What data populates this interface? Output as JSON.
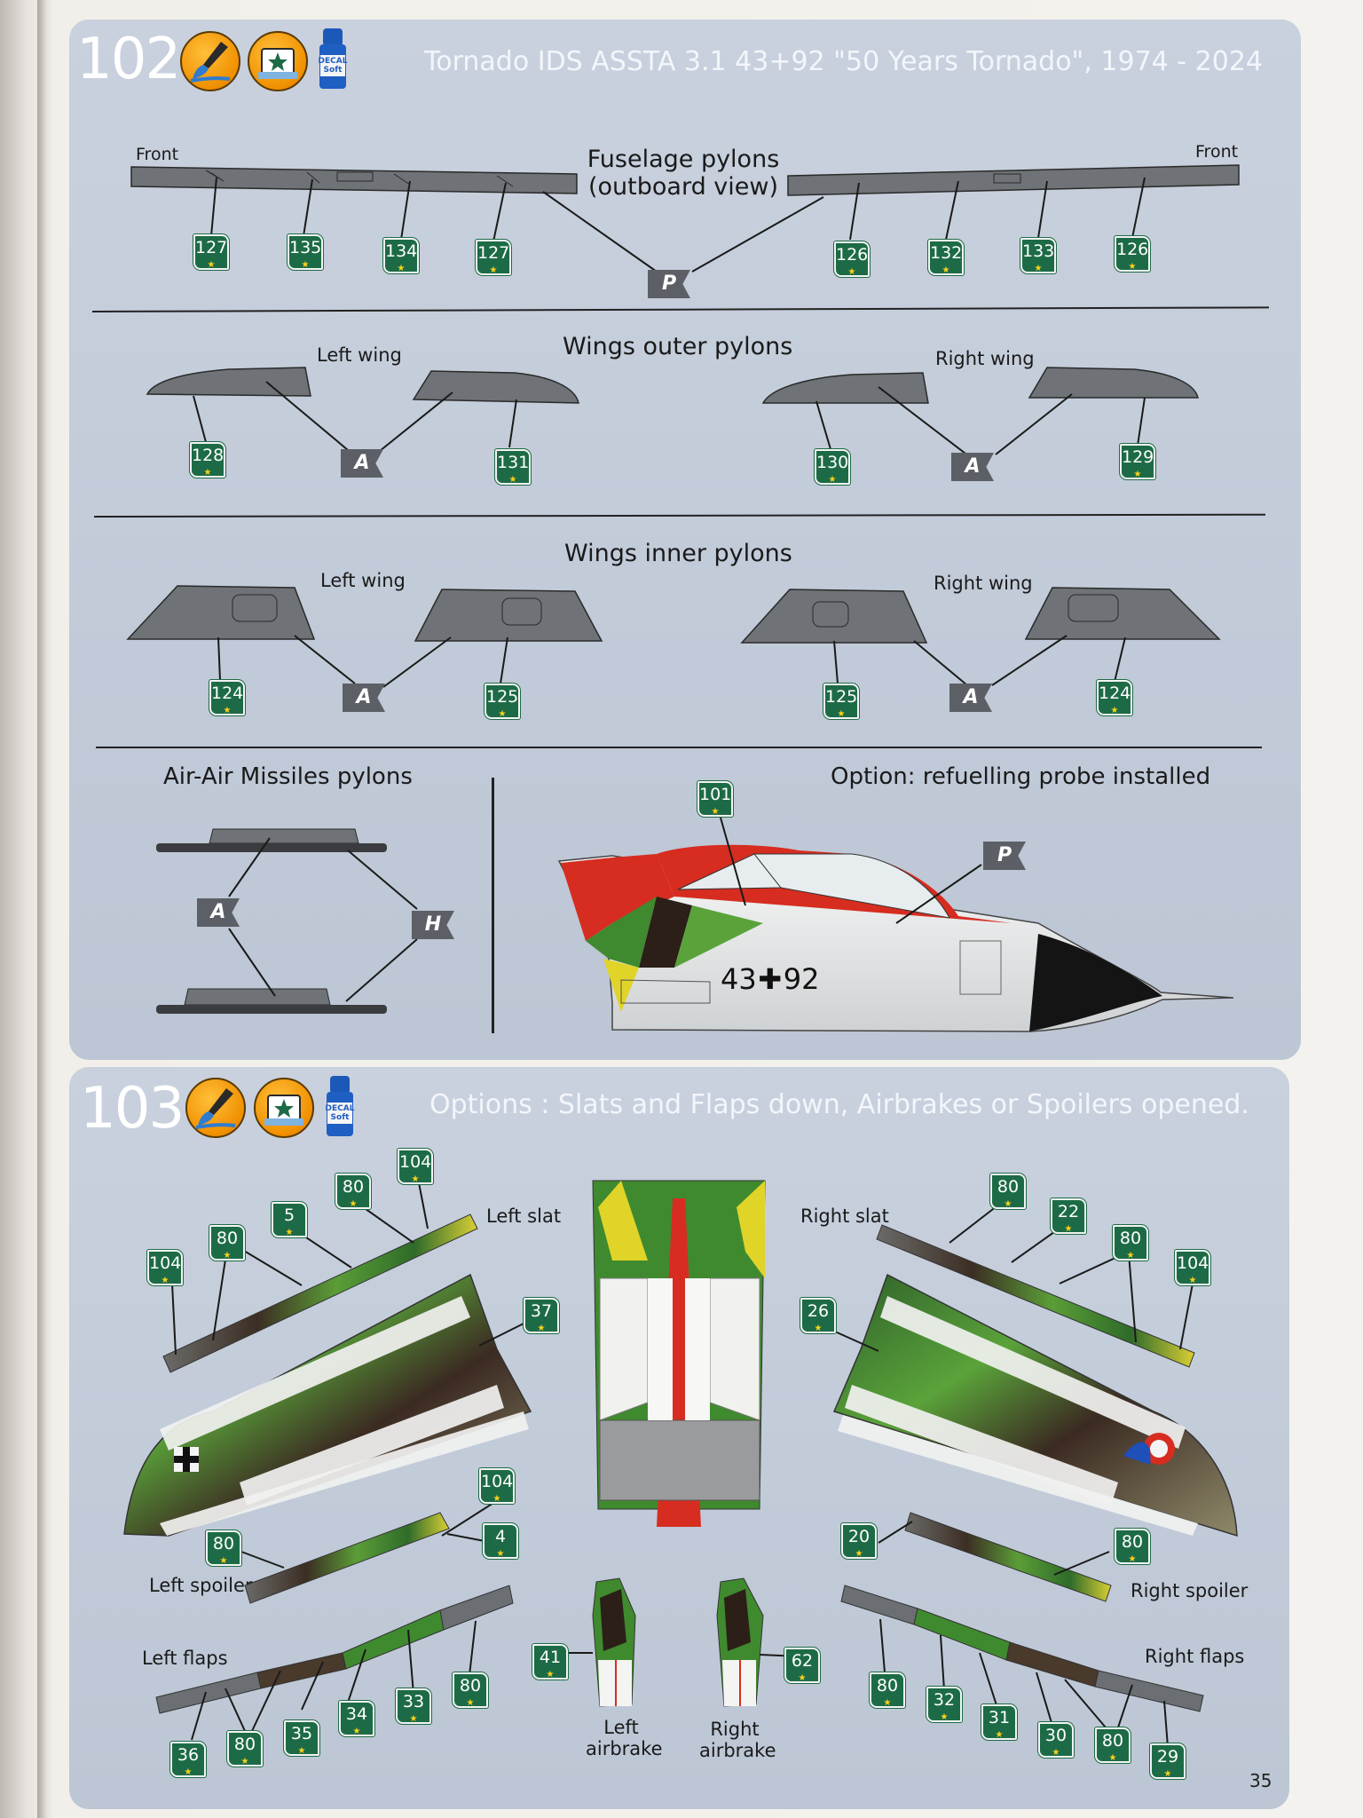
{
  "step102": {
    "number": "102",
    "title": "Tornado IDS ASSTA 3.1 43+92 \"50 Years Tornado\", 1974 - 2024",
    "icons": [
      "paint-brush-icon",
      "decal-star-icon",
      "decal-soft-bottle-icon"
    ],
    "decal_bottle_text": [
      "DECAL",
      "Soft"
    ],
    "fuselage": {
      "heading": [
        "Fuselage pylons",
        "(outboard view)"
      ],
      "front_left": "Front",
      "front_right": "Front",
      "left_decals": [
        "127",
        "135",
        "134",
        "127"
      ],
      "right_decals": [
        "126",
        "132",
        "133",
        "126"
      ],
      "paint_code": "P"
    },
    "outer": {
      "heading": "Wings outer pylons",
      "left_wing": "Left wing",
      "right_wing": "Right wing",
      "decals": [
        "128",
        "131",
        "130",
        "129"
      ],
      "paint_code": "A"
    },
    "inner": {
      "heading": "Wings inner pylons",
      "left_wing": "Left wing",
      "right_wing": "Right wing",
      "decals": [
        "124",
        "125",
        "125",
        "124"
      ],
      "paint_code": "A"
    },
    "aam": {
      "heading": "Air-Air Missiles pylons",
      "paint_codes": [
        "A",
        "H"
      ]
    },
    "probe": {
      "heading": "Option: refuelling probe installed",
      "decal": "101",
      "paint_code": "P",
      "serial_left": "43",
      "serial_right": "92"
    }
  },
  "step103": {
    "number": "103",
    "title": "Options : Slats and Flaps down, Airbrakes or Spoilers opened.",
    "icons": [
      "paint-brush-icon",
      "decal-star-icon",
      "decal-soft-bottle-icon"
    ],
    "decal_bottle_text": [
      "DECAL",
      "Soft"
    ],
    "left_slat": {
      "label": "Left slat",
      "decals": [
        "104",
        "80",
        "5",
        "80",
        "104"
      ]
    },
    "right_slat": {
      "label": "Right slat",
      "decals": [
        "80",
        "22",
        "80",
        "104"
      ]
    },
    "left_wing_decal": "37",
    "right_wing_decal": "26",
    "left_spoiler": {
      "label": "Left spoiler",
      "decals": [
        "104",
        "80",
        "4"
      ]
    },
    "right_spoiler": {
      "label": "Right spoiler",
      "decals": [
        "20",
        "80"
      ]
    },
    "left_flaps": {
      "label": "Left flaps",
      "decals": [
        "80",
        "33",
        "34",
        "35",
        "80",
        "36"
      ]
    },
    "right_flaps": {
      "label": "Right flaps",
      "decals": [
        "80",
        "32",
        "31",
        "30",
        "80",
        "29"
      ]
    },
    "left_airbrake": {
      "label": [
        "Left",
        "airbrake"
      ],
      "decal": "41"
    },
    "right_airbrake": {
      "label": [
        "Right",
        "airbrake"
      ],
      "decal": "62"
    }
  },
  "colors": {
    "panel": "#c3ccda",
    "decal_green": "#1d6b46",
    "pylon_grey": "#6f7276",
    "paint_flag": "#5c6066",
    "camo_green": "#3f8a2e",
    "camo_red": "#d62d20"
  },
  "page_number": "35"
}
